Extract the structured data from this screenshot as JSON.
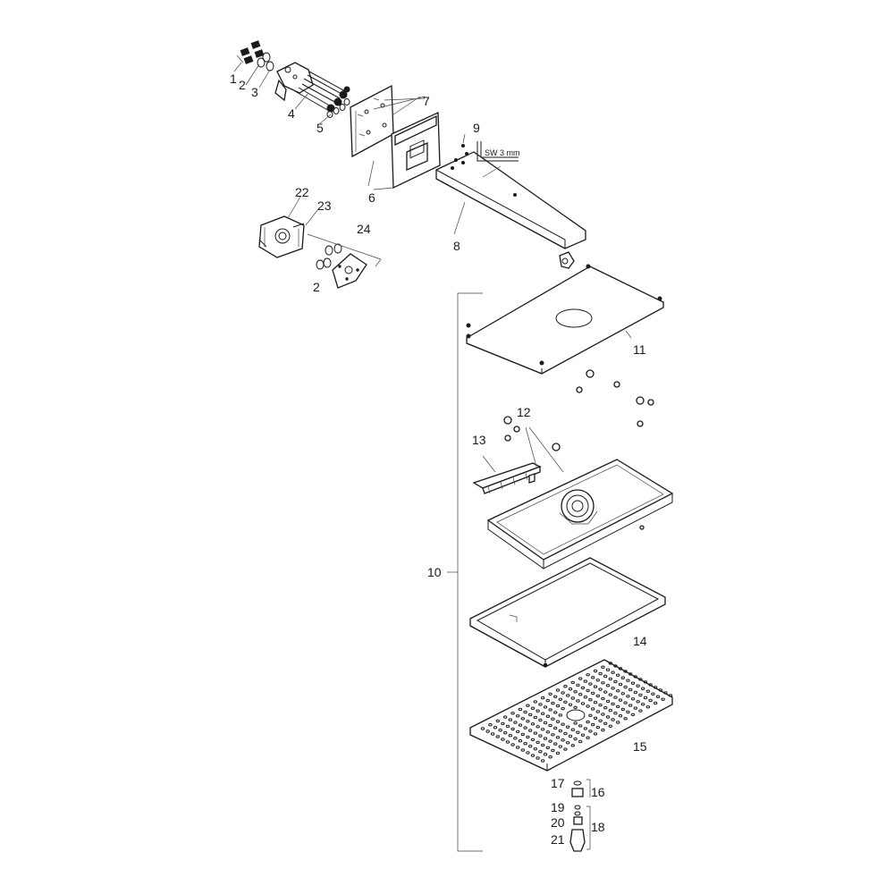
{
  "labels": {
    "l1": "1",
    "l2a": "2",
    "l2b": "2",
    "l3": "3",
    "l4": "4",
    "l5": "5",
    "l6": "6",
    "l7": "7",
    "l8": "8",
    "l9": "9",
    "l10": "10",
    "l11": "11",
    "l12": "12",
    "l13": "13",
    "l14": "14",
    "l15": "15",
    "l16": "16",
    "l17": "17",
    "l18": "18",
    "l19": "19",
    "l20": "20",
    "l21": "21",
    "l22": "22",
    "l23": "23",
    "l24": "24"
  },
  "tool_note": "SW 3 mm"
}
